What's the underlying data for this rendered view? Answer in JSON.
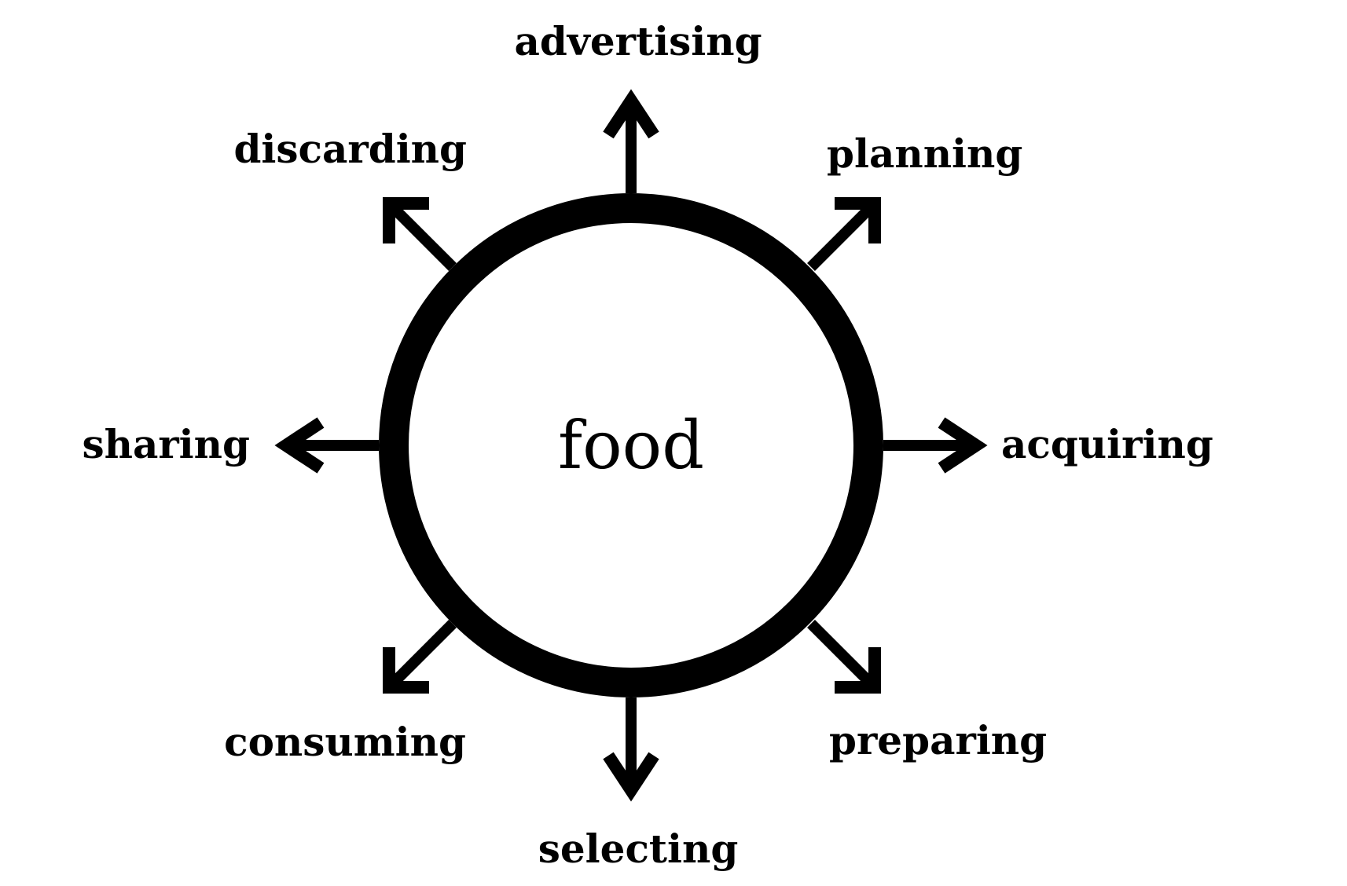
{
  "diagram": {
    "center_label": "food",
    "stages": [
      {
        "id": "advertising",
        "label": "advertising",
        "direction": "up"
      },
      {
        "id": "planning",
        "label": "planning",
        "direction": "up-right"
      },
      {
        "id": "acquiring",
        "label": "acquiring",
        "direction": "right"
      },
      {
        "id": "preparing",
        "label": "preparing",
        "direction": "down-right"
      },
      {
        "id": "selecting",
        "label": "selecting",
        "direction": "down"
      },
      {
        "id": "consuming",
        "label": "consuming",
        "direction": "down-left"
      },
      {
        "id": "sharing",
        "label": "sharing",
        "direction": "left"
      },
      {
        "id": "discarding",
        "label": "discarding",
        "direction": "up-left"
      }
    ],
    "colors": {
      "stroke": "#000000",
      "background": "#ffffff"
    }
  }
}
